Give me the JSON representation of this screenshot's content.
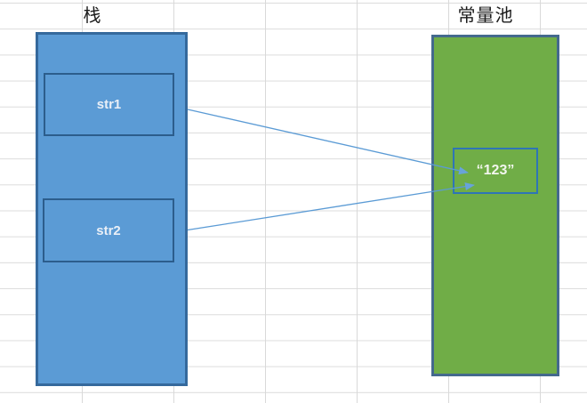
{
  "diagram": {
    "stack": {
      "title": "栈",
      "fill": "#5b9bd5",
      "border": "#35699c",
      "items": [
        {
          "id": "str1",
          "label": "str1"
        },
        {
          "id": "str2",
          "label": "str2"
        }
      ]
    },
    "constant_pool": {
      "title": "常量池",
      "fill": "#70ad47",
      "border": "#44698d",
      "item": {
        "label": "“123”"
      }
    },
    "connections": [
      {
        "from": "str1",
        "to": "“123”"
      },
      {
        "from": "str2",
        "to": "“123”"
      }
    ],
    "colors": {
      "grid_line": "#d9d9d9",
      "connector_line": "#5b9bd5",
      "arrowhead": "#68a3da",
      "inner_box_border": "#2c5d8c",
      "const_box_border": "#2e75b6"
    }
  }
}
